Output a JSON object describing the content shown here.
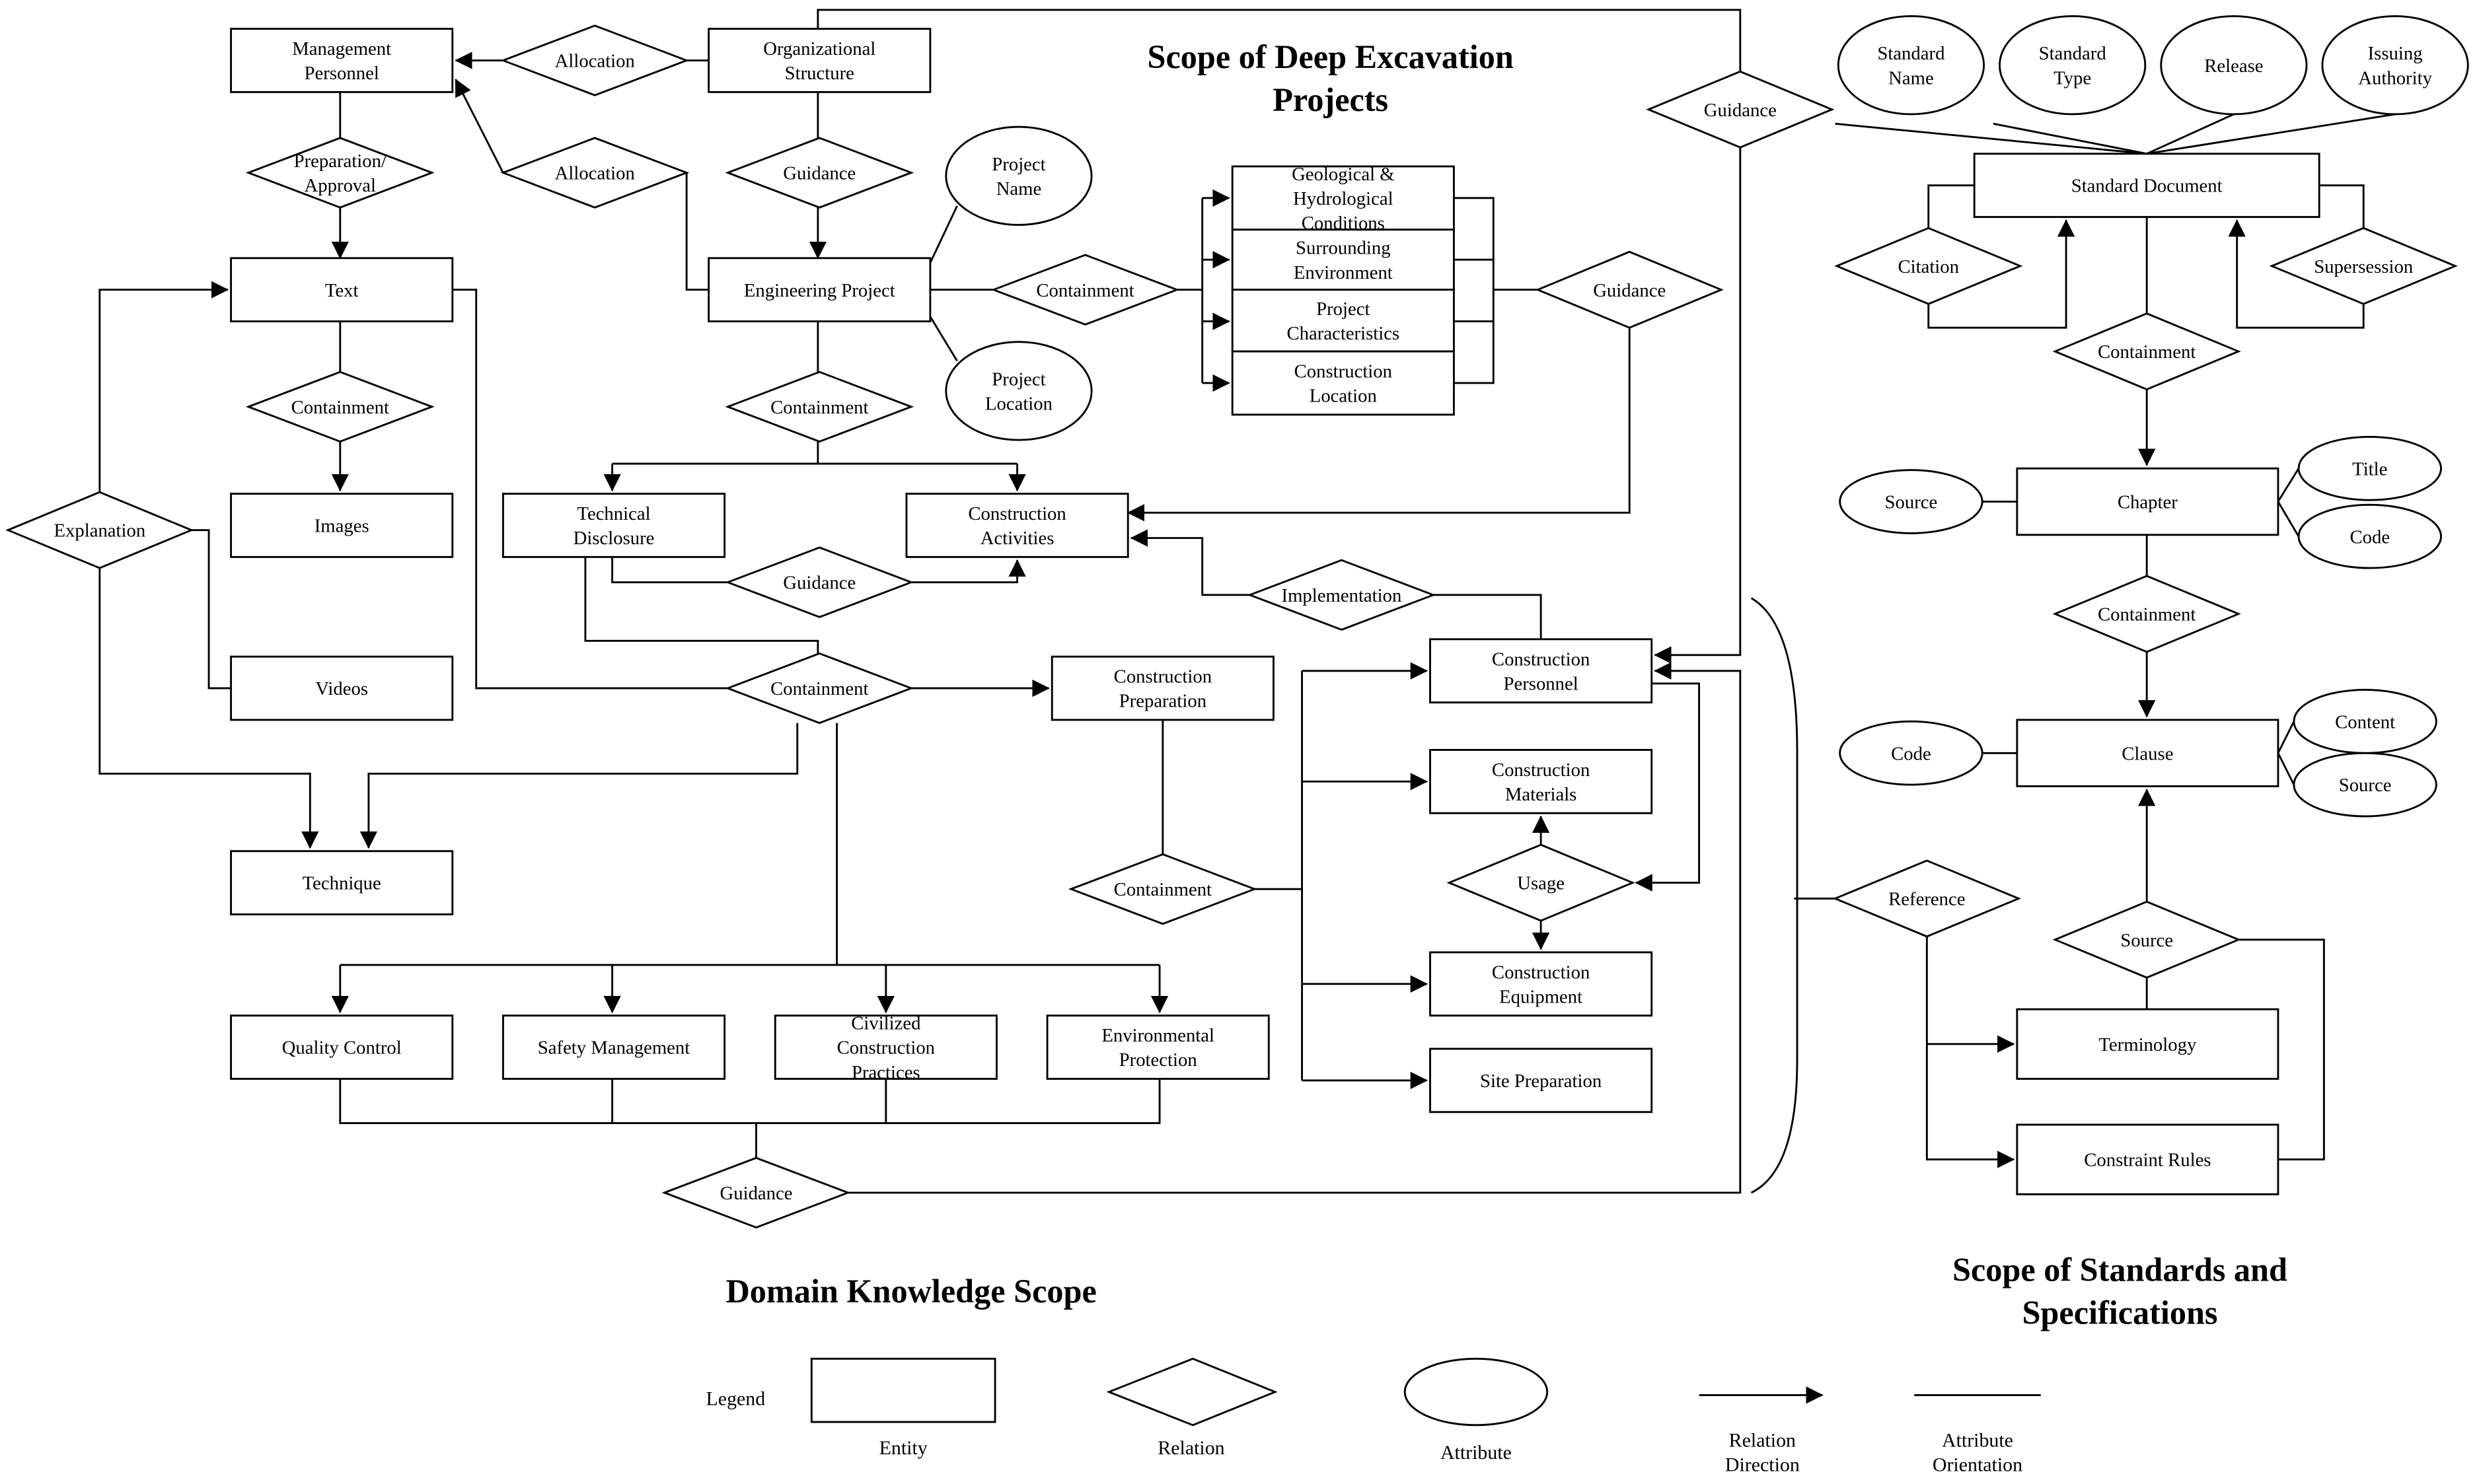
{
  "titles": {
    "deep_excavation": [
      "Scope of Deep Excavation",
      "Projects"
    ],
    "domain_knowledge": [
      "Domain Knowledge Scope"
    ],
    "standards": [
      "Scope of Standards and",
      "Specifications"
    ]
  },
  "entities": {
    "management_personnel": [
      "Management",
      "Personnel"
    ],
    "organizational_structure": [
      "Organizational",
      "Structure"
    ],
    "engineering_project": [
      "Engineering Project"
    ],
    "geological_conditions": [
      "Geological &",
      "Hydrological",
      "Conditions"
    ],
    "surrounding_environment": [
      "Surrounding",
      "Environment"
    ],
    "project_characteristics": [
      "Project",
      "Characteristics"
    ],
    "construction_location": [
      "Construction",
      "Location"
    ],
    "text": [
      "Text"
    ],
    "images": [
      "Images"
    ],
    "videos": [
      "Videos"
    ],
    "technique": [
      "Technique"
    ],
    "technical_disclosure": [
      "Technical",
      "Disclosure"
    ],
    "construction_activities": [
      "Construction",
      "Activities"
    ],
    "construction_preparation": [
      "Construction",
      "Preparation"
    ],
    "construction_personnel": [
      "Construction",
      "Personnel"
    ],
    "construction_materials": [
      "Construction",
      "Materials"
    ],
    "construction_equipment": [
      "Construction",
      "Equipment"
    ],
    "site_preparation": [
      "Site Preparation"
    ],
    "quality_control": [
      "Quality Control"
    ],
    "safety_management": [
      "Safety Management"
    ],
    "civilized_practices": [
      "Civilized",
      "Construction",
      "Practices"
    ],
    "environmental_protection": [
      "Environmental",
      "Protection"
    ],
    "standard_document": [
      "Standard Document"
    ],
    "chapter": [
      "Chapter"
    ],
    "clause": [
      "Clause"
    ],
    "terminology": [
      "Terminology"
    ],
    "constraint_rules": [
      "Constraint Rules"
    ]
  },
  "relations": {
    "allocation_1": [
      "Allocation"
    ],
    "allocation_2": [
      "Allocation"
    ],
    "preparation_approval": [
      "Preparation/",
      "Approval"
    ],
    "guidance_org": [
      "Guidance"
    ],
    "guidance_top": [
      "Guidance"
    ],
    "containment_project": [
      "Containment"
    ],
    "guidance_conditions": [
      "Guidance"
    ],
    "containment_engineering": [
      "Containment"
    ],
    "containment_text": [
      "Containment"
    ],
    "explanation": [
      "Explanation"
    ],
    "guidance_disclosure": [
      "Guidance"
    ],
    "implementation": [
      "Implementation"
    ],
    "containment_middle": [
      "Containment"
    ],
    "containment_preparation": [
      "Containment"
    ],
    "usage": [
      "Usage"
    ],
    "guidance_bottom": [
      "Guidance"
    ],
    "citation": [
      "Citation"
    ],
    "supersession": [
      "Supersession"
    ],
    "containment_document": [
      "Containment"
    ],
    "containment_chapter": [
      "Containment"
    ],
    "reference": [
      "Reference"
    ],
    "source_relation": [
      "Source"
    ]
  },
  "attributes": {
    "project_name": [
      "Project",
      "Name"
    ],
    "project_location": [
      "Project",
      "Location"
    ],
    "standard_name": [
      "Standard",
      "Name"
    ],
    "standard_type": [
      "Standard",
      "Type"
    ],
    "release": [
      "Release"
    ],
    "issuing_authority": [
      "Issuing",
      "Authority"
    ],
    "chapter_source": [
      "Source"
    ],
    "chapter_title": [
      "Title"
    ],
    "chapter_code": [
      "Code"
    ],
    "clause_code": [
      "Code"
    ],
    "clause_content": [
      "Content"
    ],
    "clause_source": [
      "Source"
    ]
  },
  "legend": {
    "label": "Legend",
    "entity": [
      "Entity"
    ],
    "relation": [
      "Relation"
    ],
    "attribute": [
      "Attribute"
    ],
    "relation_direction": [
      "Relation",
      "Direction"
    ],
    "attribute_orientation": [
      "Attribute",
      "Orientation"
    ]
  }
}
